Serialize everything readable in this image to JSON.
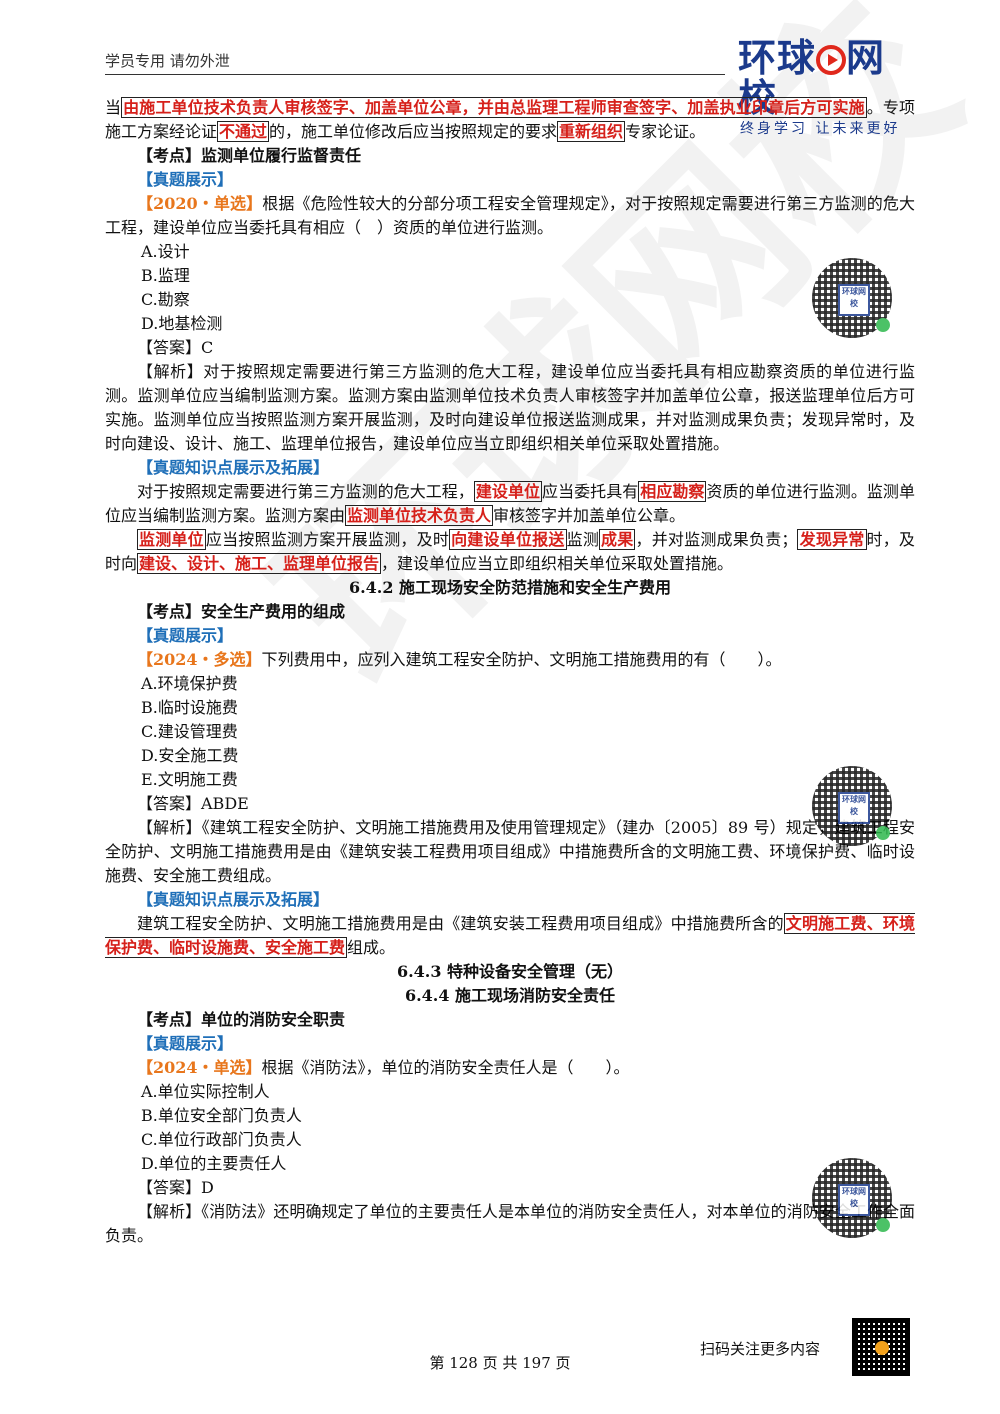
{
  "header": {
    "left": "学员专用 请勿外泄",
    "logo_a": "环球",
    "logo_b": "网校",
    "logo_sub": "终身学习 让未来更好"
  },
  "watermark": "环球网校",
  "qr_center": "环球网校",
  "l1": {
    "a": "当",
    "h1": "由施工单位技术负责人审核签字、加盖单位公章，并由总监理工程师审查签字、加盖执业印章后方可实施",
    "b": "。专项施工方案经论证",
    "h2": "不通过",
    "c": "的，施工单位修改后应当按照规定的要求",
    "h3": "重新组织",
    "d": "专家论证。"
  },
  "s1": {
    "kaodian": "【考点】监测单位履行监督责任",
    "zhenti": "【真题展示】",
    "q_tag": "【2020・单选】",
    "q_text": "根据《危险性较大的分部分项工程安全管理规定》，对于按照规定需要进行第三方监测的危大工程，建设单位应当委托具有相应（　）资质的单位进行监测。",
    "options": [
      "A.设计",
      "B.监理",
      "C.勘察",
      "D.地基检测"
    ],
    "answer": "【答案】C",
    "jiexi": "【解析】对于按照规定需要进行第三方监测的危大工程，建设单位应当委托具有相应勘察资质的单位进行监测。监测单位应当编制监测方案。监测方案由监测单位技术负责人审核签字并加盖单位公章，报送监理单位后方可实施。监测单位应当按照监测方案开展监测，及时向建设单位报送监测成果，并对监测成果负责；发现异常时，及时向建设、设计、施工、监理单位报告，建设单位应当立即组织相关单位采取处置措施。",
    "tuozhan": "【真题知识点展示及拓展】",
    "t1": {
      "a": "对于按照规定需要进行第三方监测的危大工程，",
      "h1": "建设单位",
      "b": "应当委托具有",
      "h2": "相应勘察",
      "c": "资质的单位进行监测。监测单位应当编制监测方案。监测方案由",
      "h3": "监测单位技术负责人",
      "d": "审核签字并加盖单位公章。"
    },
    "t2": {
      "h1": "监测单位",
      "a": "应当按照监测方案开展监测，及时",
      "h2": "向建设单位报送",
      "b": "监测",
      "h3": "成果",
      "c": "，并对监测成果负责；",
      "h4": "发现异常",
      "d": "时，及时向",
      "h5": "建设、设计、施工、监理单位报告",
      "e": "，建设单位应当立即组织相关单位采取处置措施。"
    }
  },
  "h642": "6.4.2 施工现场安全防范措施和安全生产费用",
  "s2": {
    "kaodian": "【考点】安全生产费用的组成",
    "zhenti": "【真题展示】",
    "q_tag": "【2024・多选】",
    "q_text": "下列费用中，应列入建筑工程安全防护、文明施工措施费用的有（　　）。",
    "options": [
      "A.环境保护费",
      "B.临时设施费",
      "C.建设管理费",
      "D.安全施工费",
      "E.文明施工费"
    ],
    "answer": "【答案】ABDE",
    "jiexi": "【解析】《建筑工程安全防护、文明施工措施费用及使用管理规定》（建办〔2005〕89 号）规定，建筑工程安全防护、文明施工措施费用是由《建筑安装工程费用项目组成》中措施费所含的文明施工费、环境保护费、临时设施费、安全施工费组成。",
    "tuozhan": "【真题知识点展示及拓展】",
    "t1": {
      "a": "建筑工程安全防护、文明施工措施费用是由《建筑安装工程费用项目组成》中措施费所含的",
      "h1": "文明施工费、环境保护费、临时设施费、安全施工费",
      "b": "组成。"
    }
  },
  "h643": "6.4.3 特种设备安全管理（无）",
  "h644": "6.4.4 施工现场消防安全责任",
  "s3": {
    "kaodian": "【考点】单位的消防安全职责",
    "zhenti": "【真题展示】",
    "q_tag": "【2024・单选】",
    "q_text": "根据《消防法》，单位的消防安全责任人是（　　）。",
    "options": [
      "A.单位实际控制人",
      "B.单位安全部门负责人",
      "C.单位行政部门负责人",
      "D.单位的主要责任人"
    ],
    "answer": "【答案】D",
    "jiexi": "【解析】《消防法》还明确规定了单位的主要责任人是本单位的消防安全责任人，对本单位的消防安全工作全面负责。"
  },
  "footer": {
    "page": "第 128 页 共 197 页",
    "scan": "扫码关注更多内容"
  }
}
